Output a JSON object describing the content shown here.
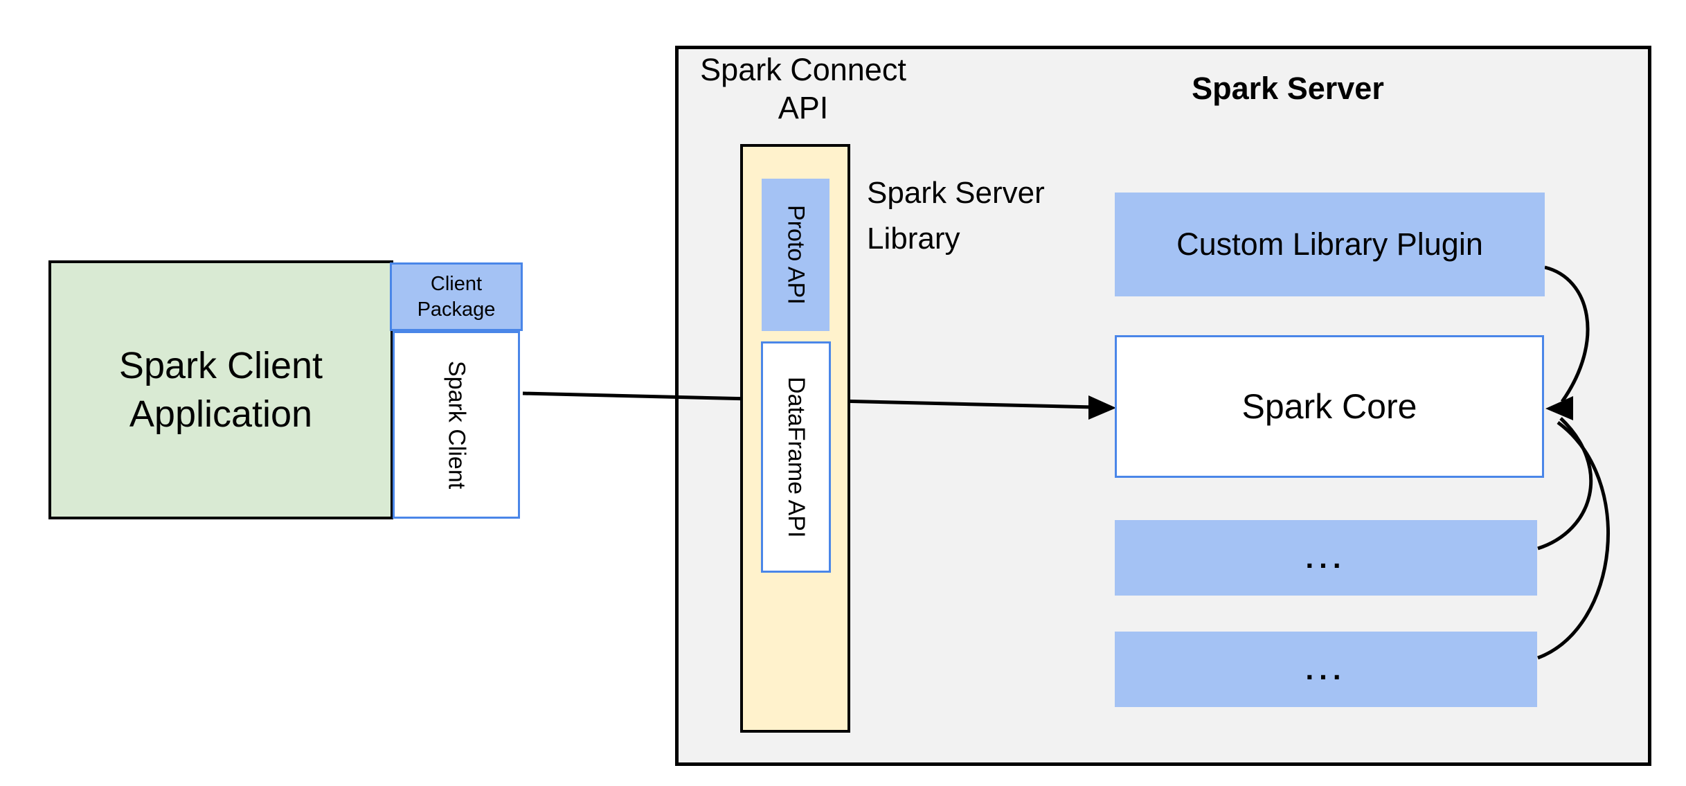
{
  "colors": {
    "page-bg": "#ffffff",
    "panel-bg": "#f2f2f2",
    "blue-fill": "#a4c2f4",
    "blue-border": "#4a86e8",
    "green-fill": "#d9ead3",
    "yellow-fill": "#fff2cc",
    "ink": "#000000"
  },
  "client_side": {
    "app_label": "Spark Client\nApplication",
    "package_label": "Client\nPackage",
    "client_label": "Spark Client"
  },
  "connect_api": {
    "panel_label": "Spark Connect\nAPI",
    "library_label": "Spark Server\nLibrary",
    "proto_label": "Proto API",
    "dataframe_label": "DataFrame API"
  },
  "server": {
    "title": "Spark Server",
    "plugin_label": "Custom Library Plugin",
    "core_label": "Spark Core",
    "placeholder_boxes": [
      {
        "label": "..."
      },
      {
        "label": "..."
      }
    ]
  }
}
